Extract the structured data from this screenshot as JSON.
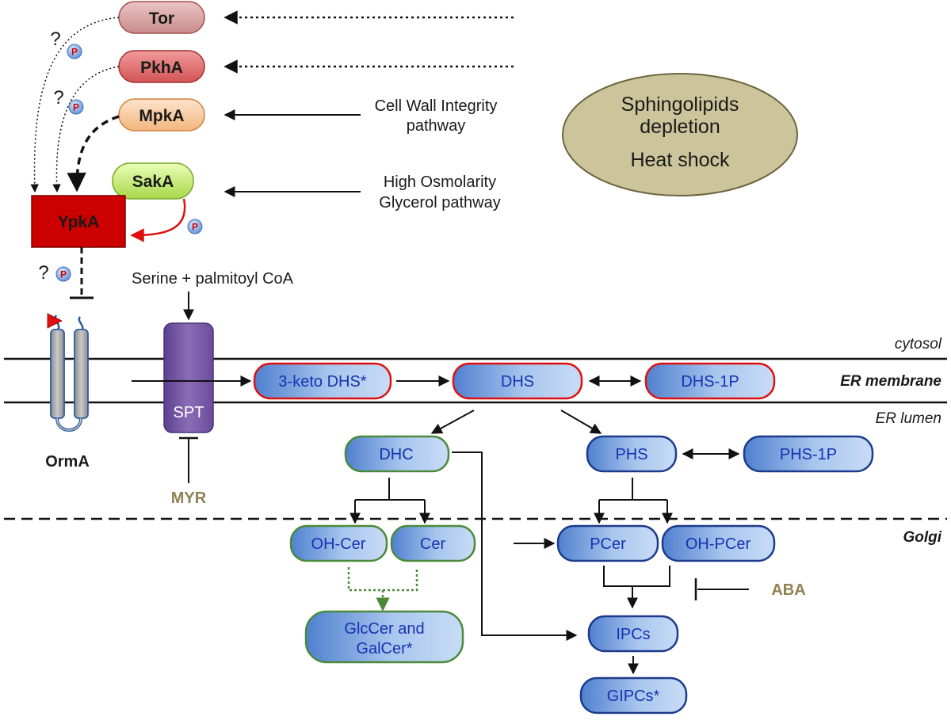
{
  "kinases": {
    "tor": "Tor",
    "pkha": "PkhA",
    "mpka": "MpkA",
    "saka": "SakA",
    "ypka": "YpkA"
  },
  "phospho_label": "P",
  "question_mark": "?",
  "pathways": {
    "cwi_line1": "Cell Wall Integrity",
    "cwi_line2": "pathway",
    "hog_line1": "High Osmolarity",
    "hog_line2": "Glycerol pathway"
  },
  "stress": {
    "line1": "Sphingolipids",
    "line2": "depletion",
    "line3": "Heat shock"
  },
  "substrate": "Serine + palmitoyl CoA",
  "proteins": {
    "spt": "SPT",
    "orma": "OrmA"
  },
  "inhibitors": {
    "myr": "MYR",
    "aba": "ABA"
  },
  "compartments": {
    "cytosol": "cytosol",
    "er_membrane": "ER membrane",
    "er_lumen": "ER lumen",
    "golgi": "Golgi"
  },
  "metabolites": {
    "keto_dhs": "3-keto DHS*",
    "dhs": "DHS",
    "dhs1p": "DHS-1P",
    "dhc": "DHC",
    "phs": "PHS",
    "phs1p": "PHS-1P",
    "ohcer": "OH-Cer",
    "cer": "Cer",
    "pcer": "PCer",
    "ohpcer": "OH-PCer",
    "glccer_line1": "GlcCer and",
    "glccer_line2": "GalCer*",
    "ipcs": "IPCs",
    "gipcs": "GIPCs*"
  },
  "colors": {
    "tor_fill": "#d9a3a3",
    "pkha_fill": "#e07070",
    "mpka_fill": "#f7c9a0",
    "saka_fill": "#c9ec7a",
    "ypka_fill": "#cc0000",
    "stress_fill": "#ccc49a",
    "spt_fill": "#7a5aa0",
    "node_fill": "#a9c6ee",
    "node_text": "#1633b0",
    "red_outline": "#e01010",
    "green_outline": "#4a8a3a",
    "blue_outline": "#1d3b8c",
    "inhibitor_text": "#8f8150"
  }
}
